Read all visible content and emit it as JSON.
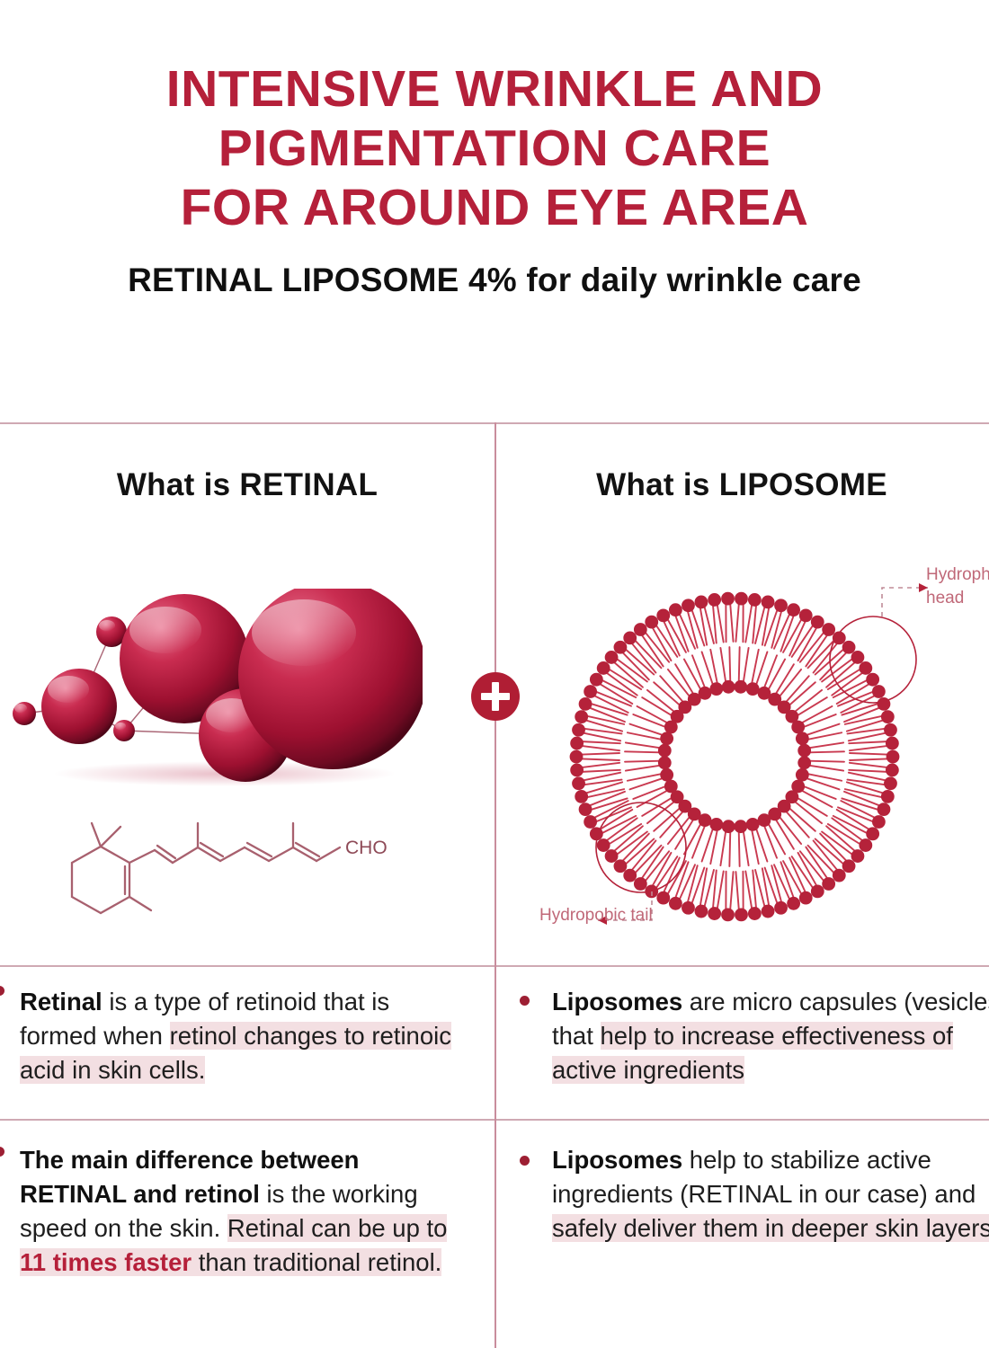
{
  "header": {
    "title_line1": "INTENSIVE WRINKLE AND",
    "title_line2": "PIGMENTATION CARE",
    "title_line3": "FOR AROUND EYE AREA",
    "subtitle": "RETINAL LIPOSOME 4% for daily wrinkle care"
  },
  "columns": {
    "left_heading": "What is RETINAL",
    "right_heading": "What is LIPOSOME"
  },
  "center_badge": {
    "icon": "plus-icon"
  },
  "left_art": {
    "molecule_label": "retinal-molecule-spheres",
    "formula_label": "CHO",
    "structure_label": "retinal-chemical-structure"
  },
  "right_art": {
    "diagram_label": "liposome-bilayer-vesicle",
    "label_tail": "Hydropobic tail",
    "label_head_line1": "Hydrophilic",
    "label_head_line2": "head"
  },
  "facts": {
    "retinal_1": {
      "bold_lead": "Retinal",
      "rest_plain": " is a type of retinoid that is formed when ",
      "highlight": "retinol changes to retinoic acid in skin cells."
    },
    "retinal_2": {
      "bold_lead": "The main difference between RETINAL and retinol",
      "rest_plain": " is the working speed  on the skin. ",
      "highlight_a": "Retinal can be up to ",
      "emphasis": "11 times faster",
      "highlight_b": " than traditional retinol."
    },
    "liposome_1": {
      "bold_lead": "Liposomes",
      "rest_plain": " are micro capsules (vesicles) that ",
      "highlight": "help to increase effectiveness of active ingredients"
    },
    "liposome_2": {
      "bold_lead": "Liposomes",
      "rest_plain": " help to stabilize active ingredients (RETINAL in our case) and ",
      "highlight": "safely deliver them in deeper skin layers."
    }
  },
  "colors": {
    "brand_red": "#b5203a",
    "deep_red": "#9d1f33",
    "rule_pink": "#cfa9b3",
    "highlight_pink": "#f3dfe2",
    "label_rose": "#c06878"
  }
}
